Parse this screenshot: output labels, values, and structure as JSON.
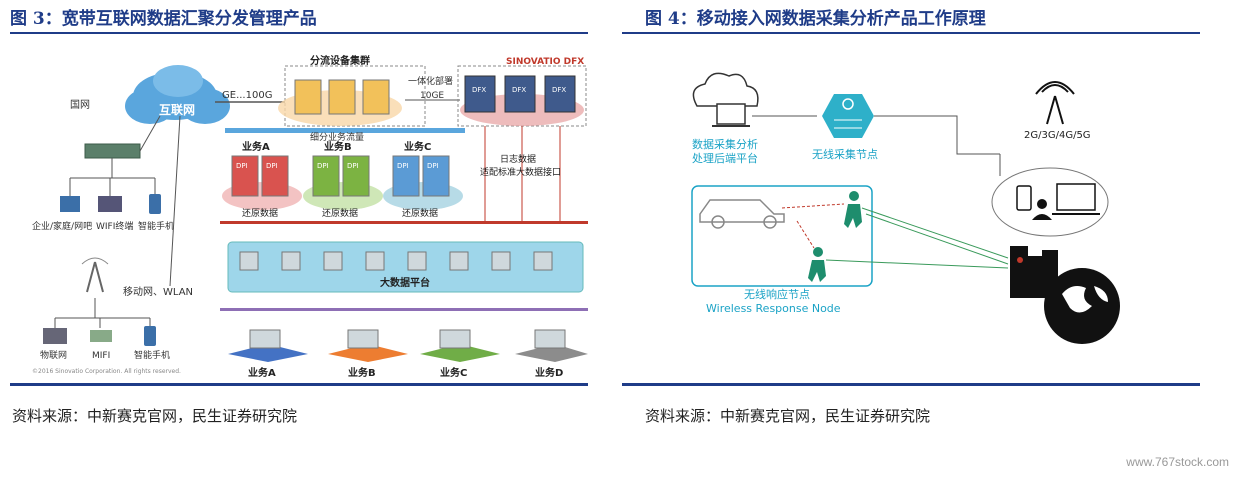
{
  "figure3": {
    "title": "图 3：宽带互联网数据汇聚分发管理产品",
    "source": "资料来源：中新赛克官网，民生证券研究院",
    "labels": {
      "internet": "互联网",
      "national_net": "国网",
      "ge_link": "GE...100G",
      "splitter_cluster": "分流设备集群",
      "integrated": "一体化部署",
      "ge10": "10GE",
      "brand": "SINOVATIO DFX",
      "dfx": "DFX",
      "fine_traffic": "细分业务流量",
      "biz_a": "业务A",
      "biz_b": "业务B",
      "biz_c": "业务C",
      "biz_d": "业务D",
      "dpi": "DPI",
      "restore": "还原数据",
      "log_data": "日志数据",
      "adapter": "适配标准大数据接口",
      "enterprise": "企业/家庭/网吧",
      "wifi_terminal": "WIFI终端",
      "smartphone": "智能手机",
      "mobile_wlan": "移动网、WLAN",
      "iot": "物联网",
      "mifi": "MIFI",
      "bigdata": "大数据平台",
      "copyright": "©2016 Sinovatio Corporation. All rights reserved."
    }
  },
  "figure4": {
    "title": "图 4：移动接入网数据采集分析产品工作原理",
    "source": "资料来源：中新赛克官网，民生证券研究院",
    "labels": {
      "backend_line1": "数据采集分析",
      "backend_line2": "处理后端平台",
      "wireless_node": "无线采集节点",
      "network_gen": "2G/3G/4G/5G",
      "response_cn": "无线响应节点",
      "response_en": "Wireless Response Node"
    }
  },
  "watermark": "www.767stock.com",
  "colors": {
    "accent": "#1f3c88",
    "teal": "#1ba3c6",
    "green": "#3a9a5b",
    "red": "#c0392b"
  }
}
